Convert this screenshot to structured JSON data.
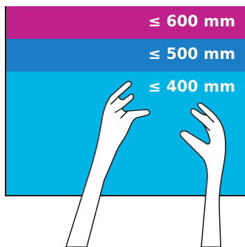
{
  "colors": {
    "zone_600": "#c0208a",
    "zone_500": "#1a7dc6",
    "zone_400": "#00b4e6",
    "frame": "#1a1a1a",
    "label_text": "#ffffff"
  },
  "zones": [
    {
      "label": "≤ 600 mm"
    },
    {
      "label": "≤ 500 mm"
    },
    {
      "label": "≤ 400 mm"
    }
  ],
  "illustration": {
    "icon": "two-hands-reaching-icon"
  }
}
